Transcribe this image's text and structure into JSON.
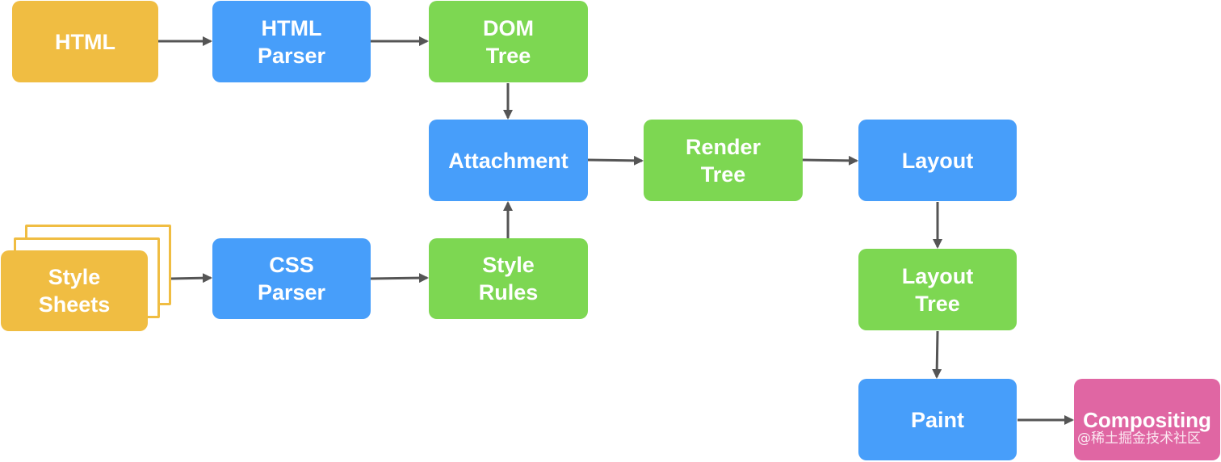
{
  "nodes": {
    "html": "HTML",
    "html_parser": "HTML\nParser",
    "dom_tree": "DOM\nTree",
    "attachment": "Attachment",
    "render_tree": "Render\nTree",
    "layout": "Layout",
    "style_sheets": "Style\nSheets",
    "css_parser": "CSS\nParser",
    "style_rules": "Style\nRules",
    "layout_tree": "Layout\nTree",
    "paint": "Paint",
    "compositing": "Compositing"
  },
  "watermark": "@稀土掘金技术社区",
  "colors": {
    "source": "#f0bd42",
    "process": "#479efa",
    "structure": "#7dd752",
    "final": "#e066a3",
    "arrow": "#555555"
  }
}
